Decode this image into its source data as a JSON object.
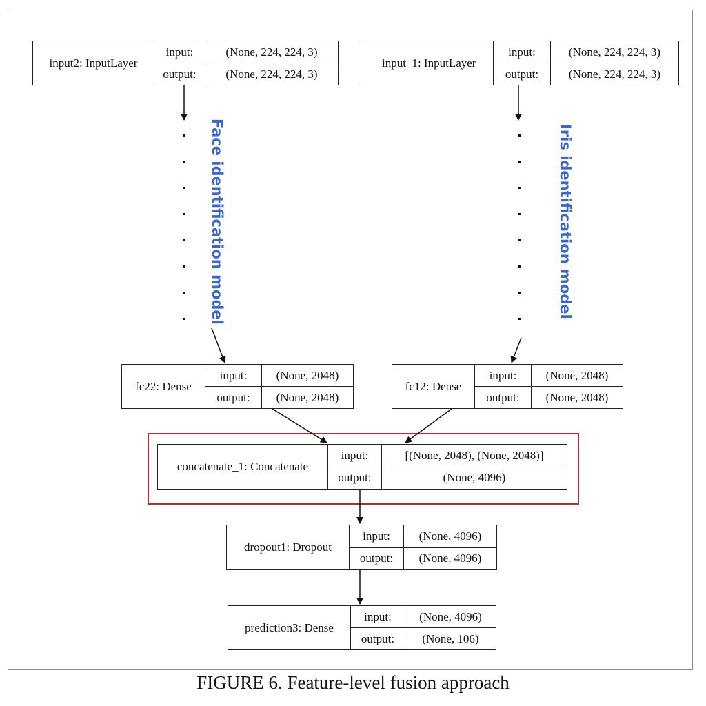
{
  "layers": {
    "input2": {
      "name": "input2: InputLayer",
      "input_label": "input:",
      "input_value": "(None, 224, 224, 3)",
      "output_label": "output:",
      "output_value": "(None, 224, 224, 3)"
    },
    "input1": {
      "name": "_input_1: InputLayer",
      "input_label": "input:",
      "input_value": "(None, 224, 224, 3)",
      "output_label": "output:",
      "output_value": "(None, 224, 224, 3)"
    },
    "fc22": {
      "name": "fc22: Dense",
      "input_label": "input:",
      "input_value": "(None, 2048)",
      "output_label": "output:",
      "output_value": "(None, 2048)"
    },
    "fc12": {
      "name": "fc12: Dense",
      "input_label": "input:",
      "input_value": "(None, 2048)",
      "output_label": "output:",
      "output_value": "(None, 2048)"
    },
    "concatenate": {
      "name": "concatenate_1: Concatenate",
      "input_label": "input:",
      "input_value": "[(None, 2048), (None, 2048)]",
      "output_label": "output:",
      "output_value": "(None, 4096)"
    },
    "dropout": {
      "name": "dropout1: Dropout",
      "input_label": "input:",
      "input_value": "(None, 4096)",
      "output_label": "output:",
      "output_value": "(None, 4096)"
    },
    "prediction": {
      "name": "prediction3: Dense",
      "input_label": "input:",
      "input_value": "(None, 4096)",
      "output_label": "output:",
      "output_value": "(None, 106)"
    }
  },
  "labels": {
    "face_model": "Face identification model",
    "iris_model": "Iris identification model"
  },
  "caption": "FIGURE 6. Feature-level fusion approach",
  "colors": {
    "model_label": "#3a67c8",
    "highlight_box": "#c0282c"
  }
}
